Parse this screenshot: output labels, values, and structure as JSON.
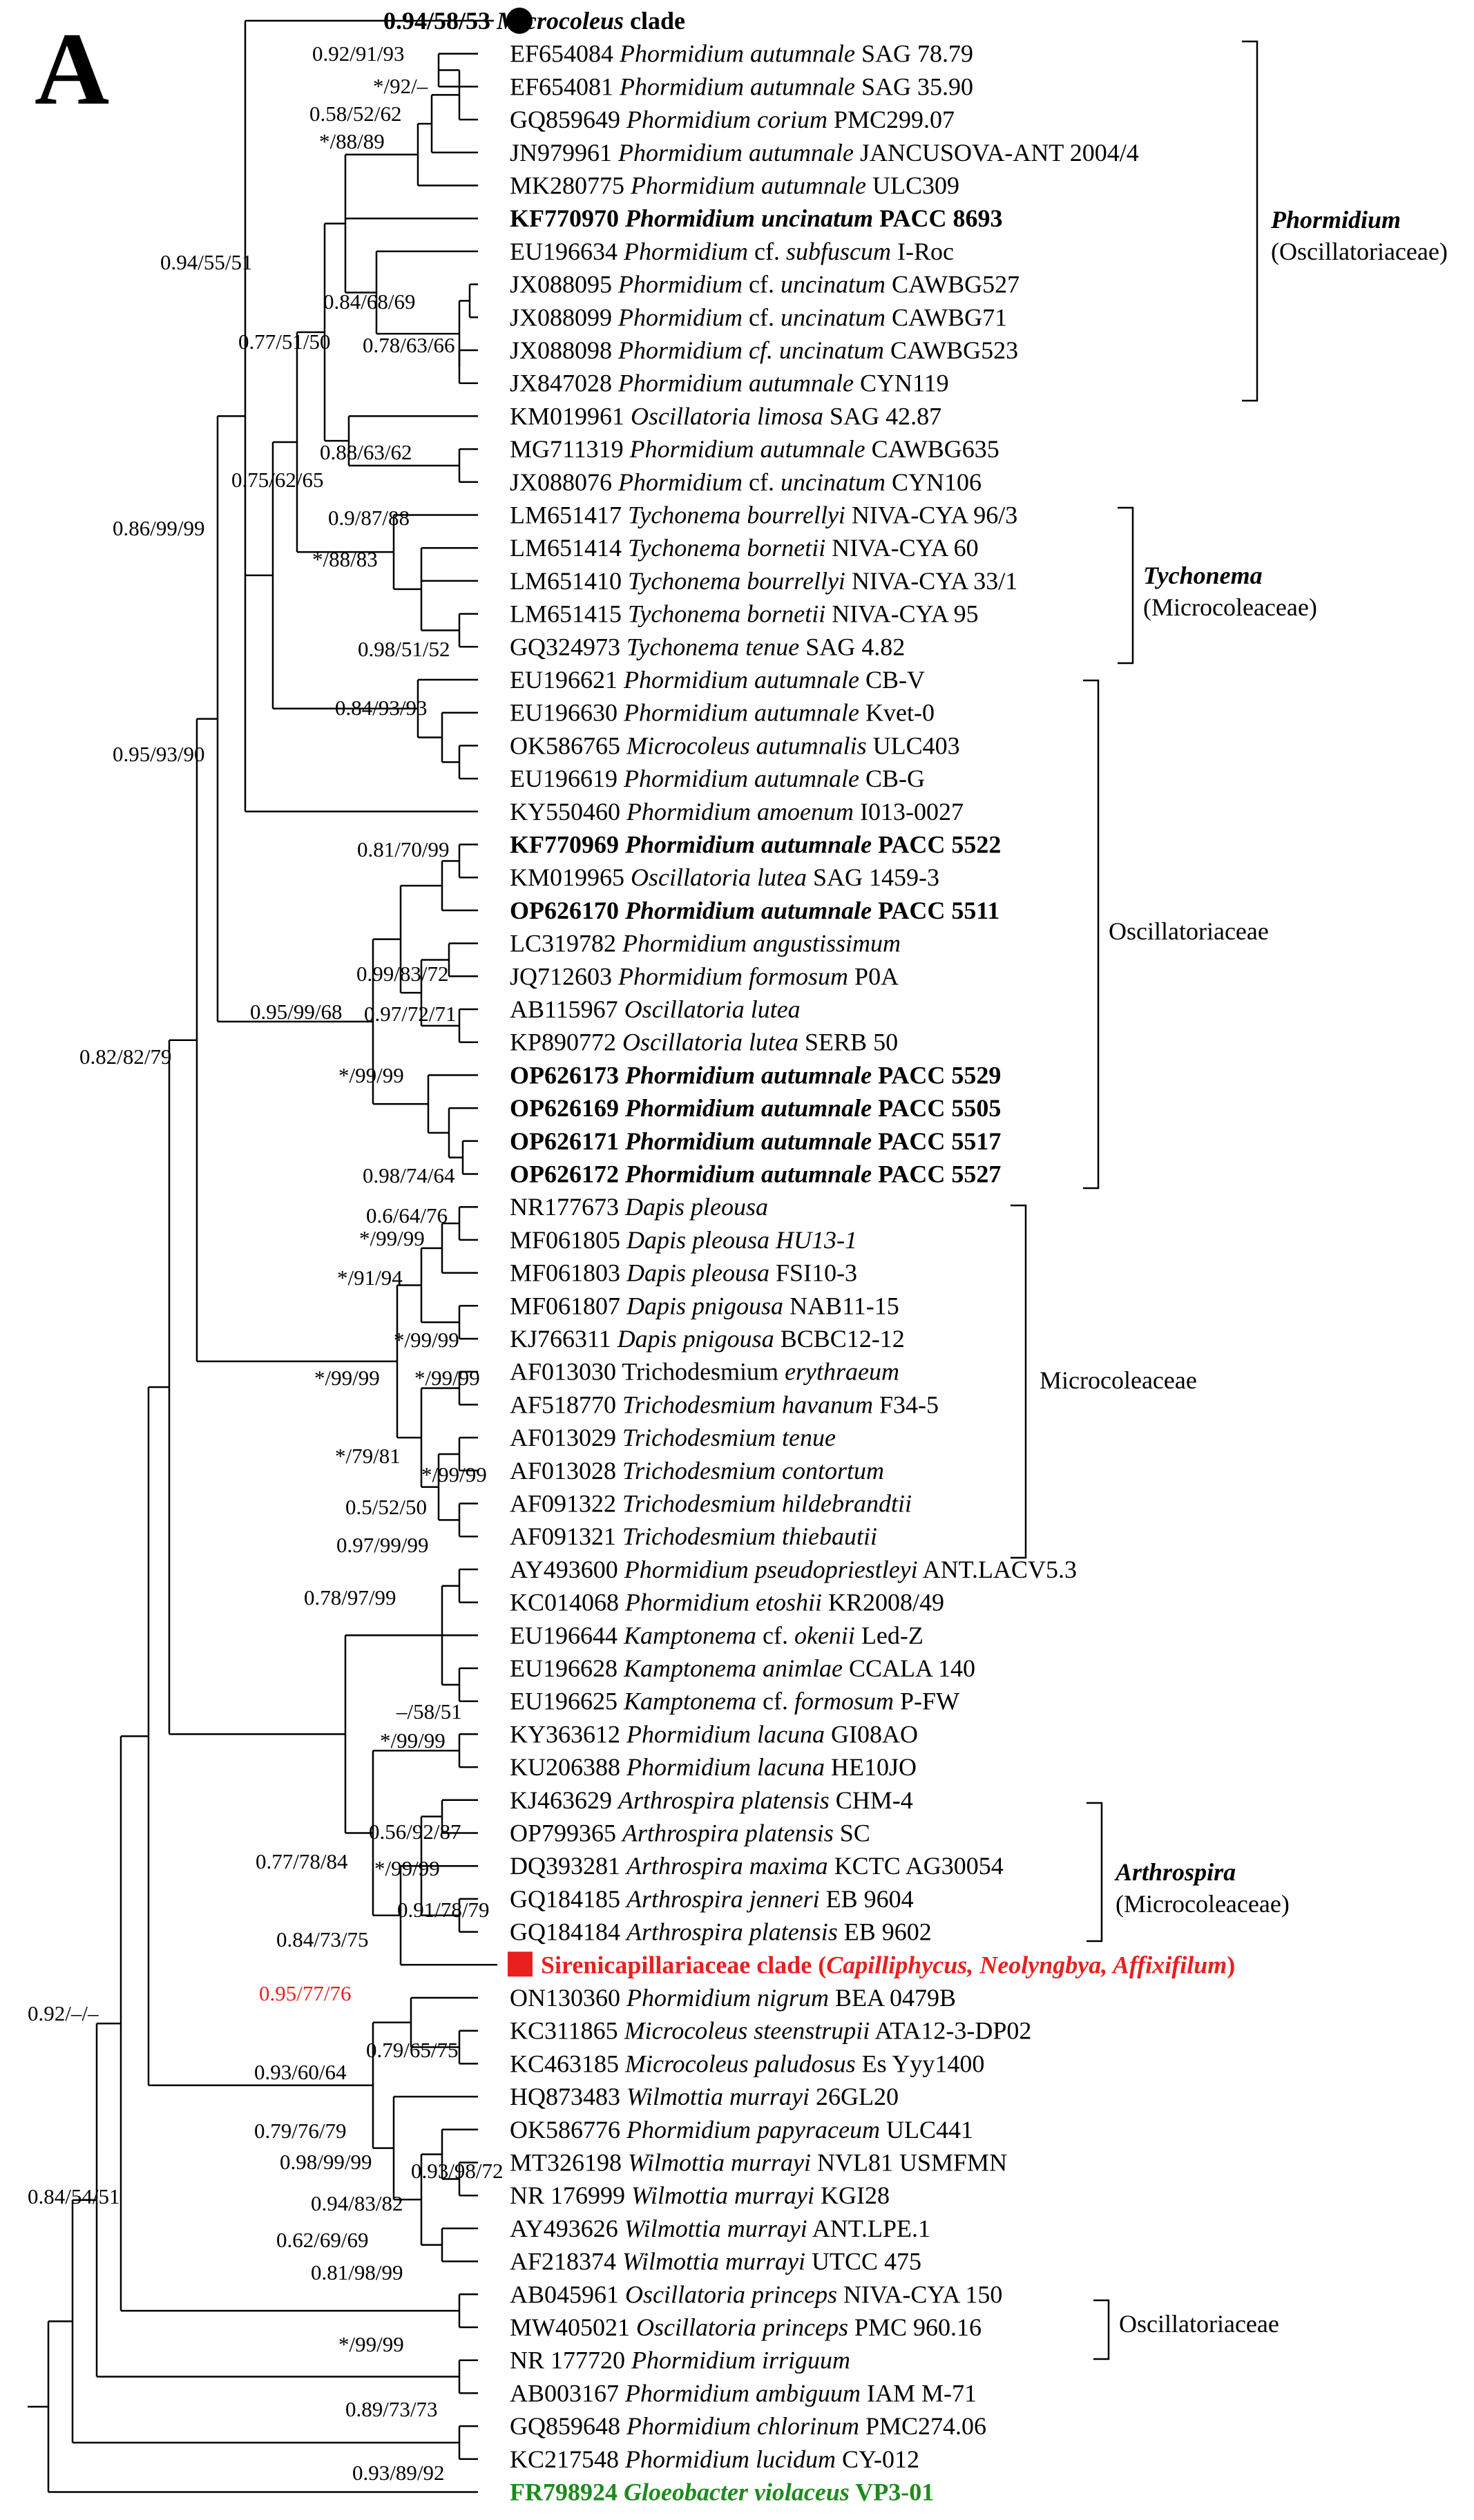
{
  "panel_label": "A",
  "colors": {
    "text": "#000000",
    "highlight": "#e8201e",
    "outgroup": "#1c8a1c"
  },
  "taxa": [
    {
      "parts": [
        {
          "t": "0.94/58/53",
          "b": true
        },
        {
          "t": "  "
        },
        {
          "t": "Microcoleus",
          "b": true,
          "i": true
        },
        {
          "t": " clade",
          "b": true
        }
      ],
      "marker": "circle"
    },
    {
      "parts": [
        {
          "t": "EF654084 "
        },
        {
          "t": "Phormidium autumnale",
          "i": true
        },
        {
          "t": " SAG 78.79"
        }
      ]
    },
    {
      "parts": [
        {
          "t": "EF654081 "
        },
        {
          "t": "Phormidium autumnale",
          "i": true
        },
        {
          "t": " SAG 35.90"
        }
      ]
    },
    {
      "parts": [
        {
          "t": "GQ859649 "
        },
        {
          "t": "Phormidium corium",
          "i": true
        },
        {
          "t": " PMC299.07"
        }
      ]
    },
    {
      "parts": [
        {
          "t": "JN979961 "
        },
        {
          "t": "Phormidium autumnale",
          "i": true
        },
        {
          "t": " JANCUSOVA-ANT 2004/4"
        }
      ]
    },
    {
      "parts": [
        {
          "t": "MK280775 "
        },
        {
          "t": "Phormidium autumnale",
          "i": true
        },
        {
          "t": " ULC309"
        }
      ]
    },
    {
      "parts": [
        {
          "t": "KF770970 ",
          "b": true
        },
        {
          "t": "Phormidium uncinatum",
          "b": true,
          "i": true
        },
        {
          "t": " PACC 8693",
          "b": true
        }
      ]
    },
    {
      "parts": [
        {
          "t": "EU196634 "
        },
        {
          "t": "Phormidium",
          "i": true
        },
        {
          "t": " cf. "
        },
        {
          "t": "subfuscum",
          "i": true
        },
        {
          "t": " I-Roc"
        }
      ]
    },
    {
      "parts": [
        {
          "t": "JX088095 "
        },
        {
          "t": "Phormidium",
          "i": true
        },
        {
          "t": " cf. "
        },
        {
          "t": "uncinatum",
          "i": true
        },
        {
          "t": " CAWBG527"
        }
      ]
    },
    {
      "parts": [
        {
          "t": "JX088099 "
        },
        {
          "t": "Phormidium",
          "i": true
        },
        {
          "t": " cf. "
        },
        {
          "t": "uncinatum",
          "i": true
        },
        {
          "t": " CAWBG71"
        }
      ]
    },
    {
      "parts": [
        {
          "t": "JX088098 "
        },
        {
          "t": "Phormidium cf. uncinatum",
          "i": true
        },
        {
          "t": " CAWBG523"
        }
      ]
    },
    {
      "parts": [
        {
          "t": "JX847028 "
        },
        {
          "t": "Phormidium autumnale",
          "i": true
        },
        {
          "t": " CYN119"
        }
      ]
    },
    {
      "parts": [
        {
          "t": "KM019961 "
        },
        {
          "t": "Oscillatoria limosa",
          "i": true
        },
        {
          "t": " SAG 42.87"
        }
      ]
    },
    {
      "parts": [
        {
          "t": "MG711319 "
        },
        {
          "t": "Phormidium autumnale",
          "i": true
        },
        {
          "t": " CAWBG635"
        }
      ]
    },
    {
      "parts": [
        {
          "t": "JX088076 "
        },
        {
          "t": "Phormidium",
          "i": true
        },
        {
          "t": " cf. "
        },
        {
          "t": "uncinatum",
          "i": true
        },
        {
          "t": " CYN106"
        }
      ]
    },
    {
      "parts": [
        {
          "t": "LM651417 "
        },
        {
          "t": "Tychonema bourrellyi",
          "i": true
        },
        {
          "t": " NIVA-CYA 96/3"
        }
      ]
    },
    {
      "parts": [
        {
          "t": "LM651414 "
        },
        {
          "t": "Tychonema bornetii",
          "i": true
        },
        {
          "t": " NIVA-CYA 60"
        }
      ]
    },
    {
      "parts": [
        {
          "t": "LM651410 "
        },
        {
          "t": "Tychonema bourrellyi",
          "i": true
        },
        {
          "t": " NIVA-CYA 33/1"
        }
      ]
    },
    {
      "parts": [
        {
          "t": "LM651415 "
        },
        {
          "t": "Tychonema bornetii",
          "i": true
        },
        {
          "t": " NIVA-CYA 95"
        }
      ]
    },
    {
      "parts": [
        {
          "t": "GQ324973 "
        },
        {
          "t": "Tychonema tenue",
          "i": true
        },
        {
          "t": " SAG 4.82"
        }
      ]
    },
    {
      "parts": [
        {
          "t": "EU196621 "
        },
        {
          "t": "Phormidium autumnale",
          "i": true
        },
        {
          "t": " CB-V"
        }
      ]
    },
    {
      "parts": [
        {
          "t": "EU196630 "
        },
        {
          "t": "Phormidium autumnale",
          "i": true
        },
        {
          "t": " Kvet-0"
        }
      ]
    },
    {
      "parts": [
        {
          "t": "OK586765 "
        },
        {
          "t": "Microcoleus autumnalis",
          "i": true
        },
        {
          "t": " ULC403"
        }
      ]
    },
    {
      "parts": [
        {
          "t": "EU196619 "
        },
        {
          "t": "Phormidium autumnale",
          "i": true
        },
        {
          "t": " CB-G"
        }
      ]
    },
    {
      "parts": [
        {
          "t": "KY550460 "
        },
        {
          "t": "Phormidium amoenum",
          "i": true
        },
        {
          "t": " I013-0027"
        }
      ]
    },
    {
      "parts": [
        {
          "t": "KF770969 ",
          "b": true
        },
        {
          "t": "Phormidium autumnale",
          "b": true,
          "i": true
        },
        {
          "t": " PACC 5522",
          "b": true
        }
      ]
    },
    {
      "parts": [
        {
          "t": "KM019965 "
        },
        {
          "t": "Oscillatoria lutea",
          "i": true
        },
        {
          "t": " SAG 1459-3"
        }
      ]
    },
    {
      "parts": [
        {
          "t": "OP626170 ",
          "b": true
        },
        {
          "t": "Phormidium autumnale",
          "b": true,
          "i": true
        },
        {
          "t": " PACC 5511",
          "b": true
        }
      ]
    },
    {
      "parts": [
        {
          "t": "LC319782 "
        },
        {
          "t": "Phormidium angustissimum",
          "i": true
        }
      ]
    },
    {
      "parts": [
        {
          "t": "JQ712603 "
        },
        {
          "t": "Phormidium formosum",
          "i": true
        },
        {
          "t": " P0A"
        }
      ]
    },
    {
      "parts": [
        {
          "t": "AB115967 "
        },
        {
          "t": "Oscillatoria lutea",
          "i": true
        }
      ]
    },
    {
      "parts": [
        {
          "t": "KP890772 "
        },
        {
          "t": "Oscillatoria lutea",
          "i": true
        },
        {
          "t": " SERB 50"
        }
      ]
    },
    {
      "parts": [
        {
          "t": "OP626173 ",
          "b": true
        },
        {
          "t": "Phormidium autumnale",
          "b": true,
          "i": true
        },
        {
          "t": " PACC 5529",
          "b": true
        }
      ]
    },
    {
      "parts": [
        {
          "t": "OP626169 ",
          "b": true
        },
        {
          "t": "Phormidium autumnale",
          "b": true,
          "i": true
        },
        {
          "t": " PACC 5505",
          "b": true
        }
      ]
    },
    {
      "parts": [
        {
          "t": "OP626171 ",
          "b": true
        },
        {
          "t": "Phormidium autumnale",
          "b": true,
          "i": true
        },
        {
          "t": " PACC 5517",
          "b": true
        }
      ]
    },
    {
      "parts": [
        {
          "t": "OP626172 ",
          "b": true
        },
        {
          "t": "Phormidium autumnale",
          "b": true,
          "i": true
        },
        {
          "t": " PACC 5527",
          "b": true
        }
      ]
    },
    {
      "parts": [
        {
          "t": "NR177673 "
        },
        {
          "t": "Dapis pleousa",
          "i": true
        }
      ]
    },
    {
      "parts": [
        {
          "t": "MF061805 "
        },
        {
          "t": "Dapis pleousa HU13-1",
          "i": true
        }
      ]
    },
    {
      "parts": [
        {
          "t": "MF061803 "
        },
        {
          "t": "Dapis pleousa",
          "i": true
        },
        {
          "t": " FSI10-3"
        }
      ]
    },
    {
      "parts": [
        {
          "t": "MF061807 "
        },
        {
          "t": "Dapis pnigousa",
          "i": true
        },
        {
          "t": " NAB11-15"
        }
      ]
    },
    {
      "parts": [
        {
          "t": "KJ766311 "
        },
        {
          "t": "Dapis pnigousa",
          "i": true
        },
        {
          "t": " BCBC12-12"
        }
      ]
    },
    {
      "parts": [
        {
          "t": "AF013030 Trichodesmium "
        },
        {
          "t": "erythraeum",
          "i": true
        }
      ]
    },
    {
      "parts": [
        {
          "t": "AF518770 "
        },
        {
          "t": "Trichodesmium havanum",
          "i": true
        },
        {
          "t": " F34-5"
        }
      ]
    },
    {
      "parts": [
        {
          "t": "AF013029 "
        },
        {
          "t": "Trichodesmium tenue",
          "i": true
        }
      ]
    },
    {
      "parts": [
        {
          "t": "AF013028 "
        },
        {
          "t": "Trichodesmium contortum",
          "i": true
        }
      ]
    },
    {
      "parts": [
        {
          "t": "AF091322 "
        },
        {
          "t": "Trichodesmium hildebrandtii",
          "i": true
        }
      ]
    },
    {
      "parts": [
        {
          "t": "AF091321 "
        },
        {
          "t": "Trichodesmium thiebautii",
          "i": true
        }
      ]
    },
    {
      "parts": [
        {
          "t": "AY493600 "
        },
        {
          "t": "Phormidium pseudopriestleyi",
          "i": true
        },
        {
          "t": " ANT.LACV5.3"
        }
      ]
    },
    {
      "parts": [
        {
          "t": "KC014068 "
        },
        {
          "t": "Phormidium etoshii",
          "i": true
        },
        {
          "t": " KR2008/49"
        }
      ]
    },
    {
      "parts": [
        {
          "t": "EU196644 "
        },
        {
          "t": "Kamptonema",
          "i": true
        },
        {
          "t": " cf. "
        },
        {
          "t": "okenii",
          "i": true
        },
        {
          "t": " Led-Z"
        }
      ]
    },
    {
      "parts": [
        {
          "t": "EU196628 "
        },
        {
          "t": "Kamptonema animlae",
          "i": true
        },
        {
          "t": " CCALA 140"
        }
      ]
    },
    {
      "parts": [
        {
          "t": "EU196625 "
        },
        {
          "t": "Kamptonema",
          "i": true
        },
        {
          "t": " cf. "
        },
        {
          "t": "formosum",
          "i": true
        },
        {
          "t": " P-FW"
        }
      ]
    },
    {
      "parts": [
        {
          "t": "KY363612 "
        },
        {
          "t": "Phormidium lacuna",
          "i": true
        },
        {
          "t": " GI08AO"
        }
      ]
    },
    {
      "parts": [
        {
          "t": "KU206388 "
        },
        {
          "t": "Phormidium lacuna",
          "i": true
        },
        {
          "t": " HE10JO"
        }
      ]
    },
    {
      "parts": [
        {
          "t": "KJ463629 "
        },
        {
          "t": "Arthrospira platensis",
          "i": true
        },
        {
          "t": " CHM-4"
        }
      ]
    },
    {
      "parts": [
        {
          "t": "OP799365 "
        },
        {
          "t": "Arthrospira platensis",
          "i": true
        },
        {
          "t": " SC"
        }
      ]
    },
    {
      "parts": [
        {
          "t": "DQ393281 "
        },
        {
          "t": "Arthrospira maxima",
          "i": true
        },
        {
          "t": " KCTC AG30054"
        }
      ]
    },
    {
      "parts": [
        {
          "t": "GQ184185 "
        },
        {
          "t": "Arthrospira jenneri",
          "i": true
        },
        {
          "t": " EB 9604"
        }
      ]
    },
    {
      "parts": [
        {
          "t": "GQ184184 "
        },
        {
          "t": "Arthrospira platensis",
          "i": true
        },
        {
          "t": " EB 9602"
        }
      ]
    },
    {
      "parts": [
        {
          "t": "Sirenicapillariaceae clade (",
          "b": true
        },
        {
          "t": "Capilliphycus, Neolyngbya, Affixifilum",
          "b": true,
          "i": true
        },
        {
          "t": ")",
          "b": true
        }
      ],
      "marker": "square",
      "color": "highlight"
    },
    {
      "parts": [
        {
          "t": "ON130360 "
        },
        {
          "t": "Phormidium nigrum",
          "i": true
        },
        {
          "t": " BEA 0479B"
        }
      ]
    },
    {
      "parts": [
        {
          "t": "KC311865 "
        },
        {
          "t": "Microcoleus steenstrupii",
          "i": true
        },
        {
          "t": " ATA12-3-DP02"
        }
      ]
    },
    {
      "parts": [
        {
          "t": "KC463185 "
        },
        {
          "t": "Microcoleus paludosus",
          "i": true
        },
        {
          "t": " Es Yyy1400"
        }
      ]
    },
    {
      "parts": [
        {
          "t": "HQ873483 "
        },
        {
          "t": "Wilmottia murrayi",
          "i": true
        },
        {
          "t": " 26GL20"
        }
      ]
    },
    {
      "parts": [
        {
          "t": "OK586776 "
        },
        {
          "t": "Phormidium papyraceum",
          "i": true
        },
        {
          "t": " ULC441"
        }
      ]
    },
    {
      "parts": [
        {
          "t": "MT326198 "
        },
        {
          "t": "Wilmottia murrayi",
          "i": true
        },
        {
          "t": " NVL81 USMFMN"
        }
      ]
    },
    {
      "parts": [
        {
          "t": "NR 176999 "
        },
        {
          "t": "Wilmottia murrayi",
          "i": true
        },
        {
          "t": " KGI28"
        }
      ]
    },
    {
      "parts": [
        {
          "t": "AY493626 "
        },
        {
          "t": "Wilmottia murrayi",
          "i": true
        },
        {
          "t": " ANT.LPE.1"
        }
      ]
    },
    {
      "parts": [
        {
          "t": "AF218374 "
        },
        {
          "t": "Wilmottia murrayi",
          "i": true
        },
        {
          "t": " UTCC 475"
        }
      ]
    },
    {
      "parts": [
        {
          "t": "AB045961 "
        },
        {
          "t": "Oscillatoria princeps",
          "i": true
        },
        {
          "t": " NIVA-CYA 150"
        }
      ]
    },
    {
      "parts": [
        {
          "t": "MW405021 "
        },
        {
          "t": "Oscillatoria princeps",
          "i": true
        },
        {
          "t": " PMC 960.16"
        }
      ]
    },
    {
      "parts": [
        {
          "t": "NR 177720 "
        },
        {
          "t": "Phormidium irriguum",
          "i": true
        }
      ]
    },
    {
      "parts": [
        {
          "t": "AB003167 "
        },
        {
          "t": "Phormidium ambiguum",
          "i": true
        },
        {
          "t": " IAM M-71"
        }
      ]
    },
    {
      "parts": [
        {
          "t": "GQ859648 "
        },
        {
          "t": "Phormidium chlorinum",
          "i": true
        },
        {
          "t": " PMC274.06"
        }
      ]
    },
    {
      "parts": [
        {
          "t": "KC217548 "
        },
        {
          "t": "Phormidium lucidum",
          "i": true
        },
        {
          "t": " CY-012"
        }
      ]
    },
    {
      "parts": [
        {
          "t": "FR798924 ",
          "b": true
        },
        {
          "t": "Gloeobacter violaceus",
          "b": true,
          "i": true
        },
        {
          "t": " VP3-01",
          "b": true
        }
      ],
      "color": "outgroup"
    }
  ],
  "support_values": [
    "0.92/91/93",
    "*/92/–",
    "0.58/52/62",
    "*/88/89",
    "0.94/55/51",
    "0.84/68/69",
    "0.77/51/50",
    "0.78/63/66",
    "0.88/63/62",
    "0.75/62/65",
    "0.9/87/88",
    "*/88/83",
    "0.86/99/99",
    "0.98/51/52",
    "0.84/93/93",
    "0.95/93/90",
    "0.81/70/99",
    "0.99/83/72",
    "0.95/99/68",
    "0.97/72/71",
    "*/99/99",
    "0.82/82/79",
    "0.98/74/64",
    "0.6/64/76",
    "*/99/99",
    "*/91/94",
    "*/99/99",
    "*/99/99",
    "*/99/99",
    "*/79/81",
    "*/99/99",
    "0.5/52/50",
    "0.97/99/99",
    "0.78/97/99",
    "–/58/51",
    "*/99/99",
    "0.56/92/87",
    "0.77/78/84",
    "*/99/99",
    "0.91/78/79",
    "0.84/73/75",
    "0.95/77/76",
    "0.92/–/–",
    "0.79/65/75",
    "0.93/60/64",
    "0.79/76/79",
    "0.98/99/99",
    "0.93/98/72",
    "0.94/83/82",
    "0.62/69/69",
    "0.81/98/99",
    "0.84/54/51",
    "*/99/99",
    "0.89/73/73",
    "0.93/89/92"
  ],
  "clade_groups": [
    {
      "label_parts": [
        {
          "t": "Phormidium",
          "b": true,
          "i": true
        }
      ],
      "sublabel": "(Oscillatoriaceae)"
    },
    {
      "label_parts": [
        {
          "t": "Tychonema",
          "b": true,
          "i": true
        }
      ],
      "sublabel": "(Microcoleaceae)"
    },
    {
      "label_parts": [
        {
          "t": "Oscillatoriaceae"
        }
      ],
      "sublabel": ""
    },
    {
      "label_parts": [
        {
          "t": "Microcoleaceae"
        }
      ],
      "sublabel": ""
    },
    {
      "label_parts": [
        {
          "t": "Arthrospira",
          "b": true,
          "i": true
        }
      ],
      "sublabel": "(Microcoleaceae)"
    },
    {
      "label_parts": [
        {
          "t": "Oscillatoriaceae"
        }
      ],
      "sublabel": ""
    }
  ]
}
